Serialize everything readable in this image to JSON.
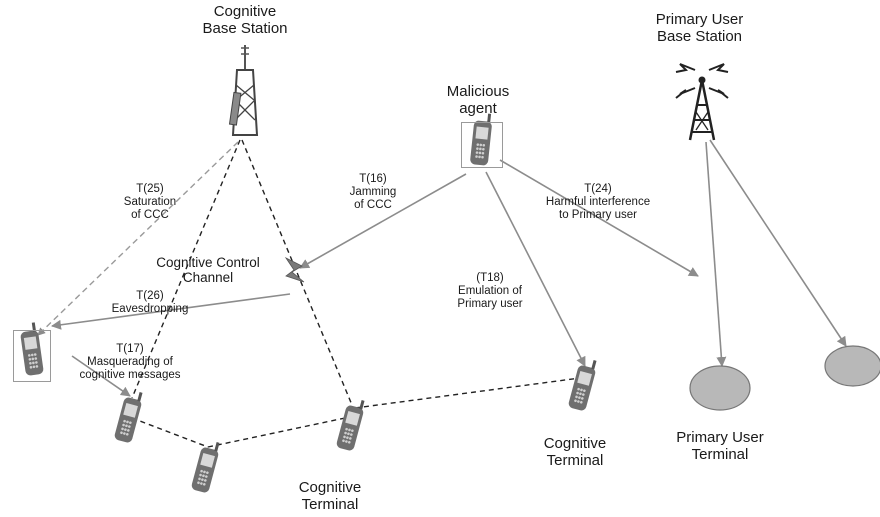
{
  "labels": {
    "cog_bs": [
      "Cognitive",
      "Base Station"
    ],
    "pu_bs": [
      "Primary User",
      "Base Station"
    ],
    "malicious": [
      "Malicious",
      "agent"
    ],
    "ccc": [
      "Cognitive Control",
      "Channel"
    ],
    "t16": [
      "T(16)",
      "Jamming",
      "of CCC"
    ],
    "t24": [
      "T(24)",
      "Harmful interference",
      "to Primary user"
    ],
    "t25": [
      "T(25)",
      "Saturation",
      "of CCC"
    ],
    "t26": [
      "T(26)",
      "Eavesdropping"
    ],
    "t17": [
      "T(17)",
      "Masquerading of",
      "cognitive messages"
    ],
    "t18": [
      "(T18)",
      "Emulation of",
      "Primary user"
    ],
    "cog_term_mid": [
      "Cognitive",
      "Terminal"
    ],
    "cog_term_right": [
      "Cognitive",
      "Terminal"
    ],
    "pu_term": [
      "Primary User",
      "Terminal"
    ]
  },
  "colors": {
    "attack_arrow": "#8c8c8c",
    "dashed_link": "#222222",
    "terminal_ellipse": "#b8b8b8",
    "phone_body": "#6f6f6f"
  },
  "icons": [
    "cell-tower-icon",
    "radio-tower-icon",
    "mobile-phone-icon",
    "lightning-icon"
  ]
}
